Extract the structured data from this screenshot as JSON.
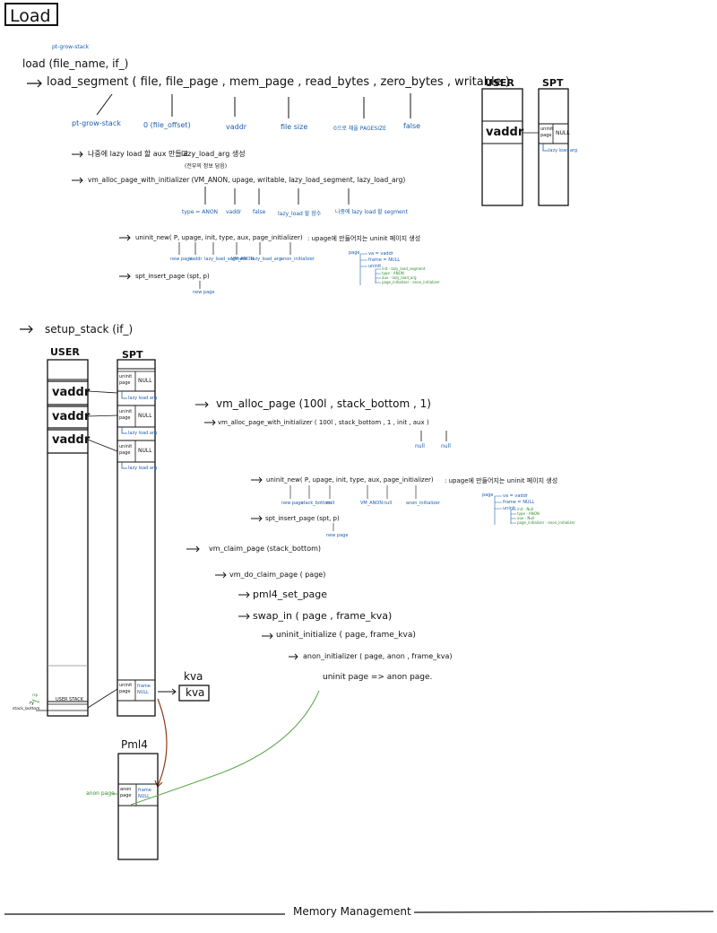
{
  "title": "Load",
  "load_section": {
    "annot_pt_grow_stack_top": "pt-grow-stack",
    "load_call": "load (file_name, if_)",
    "load_segment": "load_segment ( file, file_page , mem_page , read_bytes , zero_bytes , writable )",
    "params": [
      "pt-grow-stack",
      "0 (file_offset)",
      "vaddr",
      "file size",
      "0으로 채울 PAGESIZE",
      "false"
    ],
    "step1": "나중에 lazy load 할 aux 만들고",
    "step1_fn": "lazy_load_arg 생성",
    "step1_note": "(전부의 정보 담음)",
    "step2": "vm_alloc_page_with_initializer (VM_ANON, upage, writable, lazy_load_segment, lazy_load_arg)",
    "step2_params": [
      "type = ANON",
      "vaddr",
      "false",
      "lazy_load 할 함수",
      "나중에 lazy load 할 segment"
    ],
    "uninit_new": "uninit_new( P, upage, init, type, aux, page_initializer)",
    "uninit_new_desc": ": upage에 만들어지는 uninit 페이지 생성",
    "uninit_new_params": [
      "new page",
      "vaddr",
      "lazy_load_segment",
      "VM_ANON",
      "lazy_load_arg",
      "anon_initializer"
    ],
    "spt_insert": "spt_insert_page (spt, p)",
    "spt_insert_param": "new page",
    "page_tree": {
      "root": "page",
      "children": [
        "va = vaddr",
        "frame = NULL",
        "uninit"
      ],
      "uninit_children": [
        "init - lazy_load_segment",
        "type - ANON",
        "aux - lazy_load_arg",
        "page_initializer - anon_initializer"
      ]
    }
  },
  "columns_top": {
    "user_header": "USER",
    "spt_header": "SPT",
    "vaddr_label": "vaddr",
    "spt_cell_left": "uninit page",
    "spt_cell_right": "NULL",
    "spt_cell_note": "lazy load arg"
  },
  "setup_section": {
    "setup_stack": "setup_stack (if_)",
    "user_header": "USER",
    "spt_header": "SPT",
    "vaddr_labels": [
      "vaddr",
      "vaddr",
      "vaddr"
    ],
    "spt_cell_left": "uninit page",
    "spt_cell_right": "NULL",
    "spt_cell_note": "lazy load arg",
    "vm_alloc_page": "vm_alloc_page (100l , stack_bottom , 1)",
    "vm_alloc_init": "vm_alloc_page_with_initializer ( 100l , stack_bottom , 1 , init , aux )",
    "null_labels": [
      "null",
      "null"
    ],
    "uninit_new2": "uninit_new( P, upage, init, type, aux, page_initializer)",
    "uninit_new2_desc": ": upage에 만들어지는 uninit 페이지 생성",
    "uninit_new2_params": [
      "new page",
      "stack_bottom",
      "null",
      "VM_ANON",
      "null",
      "anon_initializer"
    ],
    "spt_insert2": "spt_insert_page (spt, p)",
    "spt_insert2_param": "new page",
    "page_tree2": {
      "root": "page",
      "children": [
        "va = vaddr",
        "frame = NULL",
        "uninit"
      ],
      "uninit_children": [
        "init - Null",
        "type - ANON",
        "aux - Null",
        "page_initializer - anon_initializer"
      ]
    },
    "vm_claim_page": "vm_claim_page (stack_bottom)",
    "vm_do_claim_page": "vm_do_claim_page ( page)",
    "pml4_set_page": "pml4_set_page",
    "swap_in": "swap_in ( page , frame_kva)",
    "uninit_initialize": "uninit_initialize ( page, frame_kva)",
    "anon_initializer": "anon_initializer ( page, anon , frame_kva)",
    "conversion": "uninit page => anon page.",
    "user_stack_label": "USER STACK",
    "rsp_label": "rsp",
    "ry_label": "ry",
    "stack_bottom_label": "stack_bottom",
    "kva_header": "kva",
    "kva_box": "kva",
    "spt_last_left": "uninit page",
    "spt_last_right": "frame NULL"
  },
  "pml4_section": {
    "header": "Pml4",
    "cell_left": "anon page",
    "cell_right": "frame NULL",
    "side_label": "anon page"
  },
  "footer": {
    "label": "Memory Management"
  },
  "colors": {
    "ink": "#111111",
    "blue": "#1b5fb0",
    "green": "#2e8b2e",
    "brown": "#8b3a1a",
    "gray": "#8a8a8a"
  }
}
